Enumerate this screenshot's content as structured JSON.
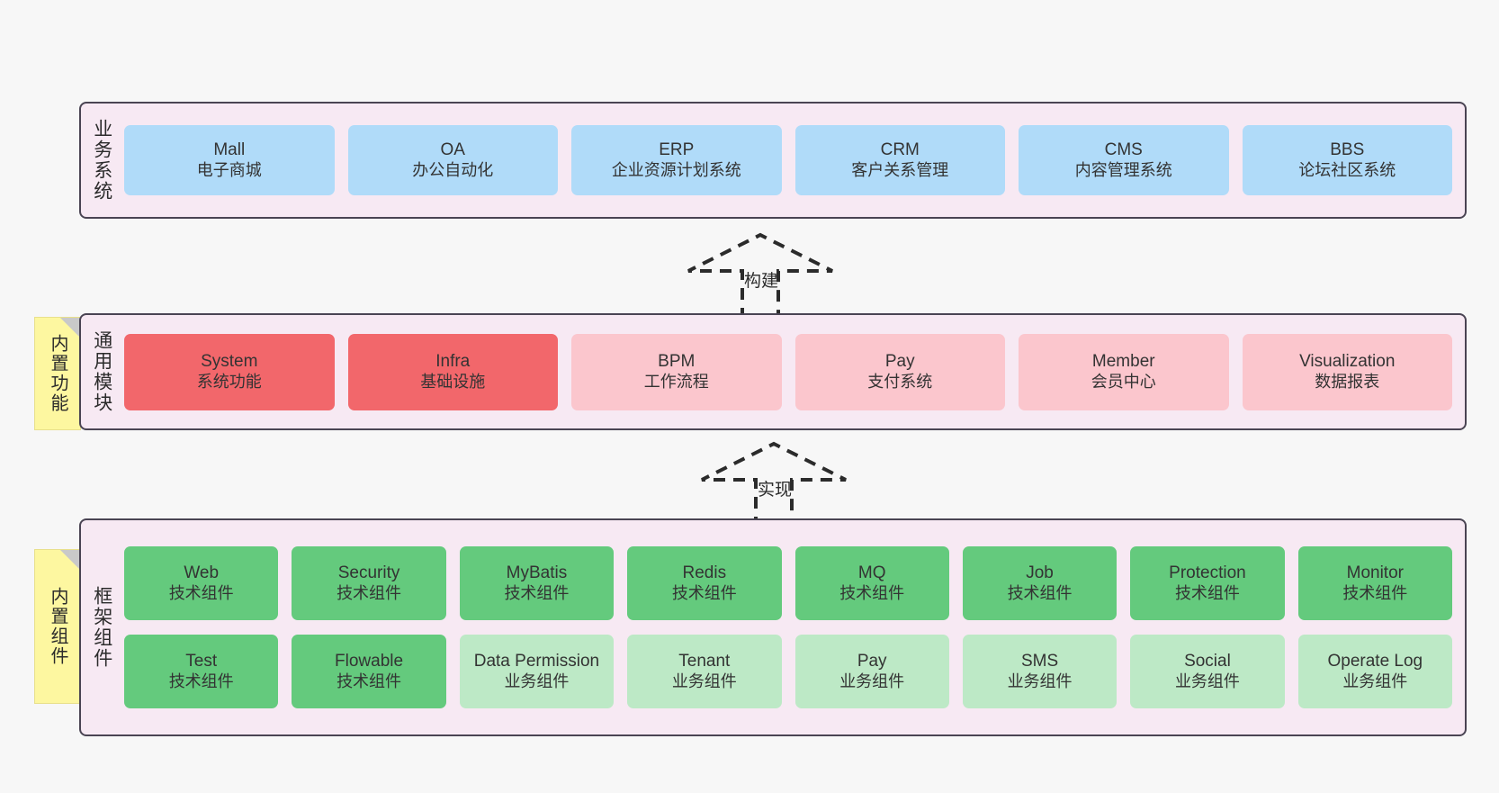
{
  "canvas": {
    "background": "#f7f7f7",
    "layer_fill": "#f7e9f3",
    "layer_border": "#4a4453",
    "note_fill": "#fdf7a0"
  },
  "layers": [
    {
      "id": "business",
      "title": "业务系统",
      "rows": [
        {
          "cards": [
            {
              "en": "Mall",
              "cn": "电子商城",
              "color": "#b0dbf9"
            },
            {
              "en": "OA",
              "cn": "办公自动化",
              "color": "#b0dbf9"
            },
            {
              "en": "ERP",
              "cn": "企业资源计划系统",
              "color": "#b0dbf9"
            },
            {
              "en": "CRM",
              "cn": "客户关系管理",
              "color": "#b0dbf9"
            },
            {
              "en": "CMS",
              "cn": "内容管理系统",
              "color": "#b0dbf9"
            },
            {
              "en": "BBS",
              "cn": "论坛社区系统",
              "color": "#b0dbf9"
            }
          ]
        }
      ]
    },
    {
      "id": "modules",
      "title": "通用模块",
      "note": "内置功能",
      "rows": [
        {
          "cards": [
            {
              "en": "System",
              "cn": "系统功能",
              "color": "#f2676b"
            },
            {
              "en": "Infra",
              "cn": "基础设施",
              "color": "#f2676b"
            },
            {
              "en": "BPM",
              "cn": "工作流程",
              "color": "#fbc6cd"
            },
            {
              "en": "Pay",
              "cn": "支付系统",
              "color": "#fbc6cd"
            },
            {
              "en": "Member",
              "cn": "会员中心",
              "color": "#fbc6cd"
            },
            {
              "en": "Visualization",
              "cn": "数据报表",
              "color": "#fbc6cd"
            }
          ]
        }
      ]
    },
    {
      "id": "frame",
      "title": "框架组件",
      "note": "内置组件",
      "rows": [
        {
          "cards": [
            {
              "en": "Web",
              "cn": "技术组件",
              "color": "#64ca7d"
            },
            {
              "en": "Security",
              "cn": "技术组件",
              "color": "#64ca7d"
            },
            {
              "en": "MyBatis",
              "cn": "技术组件",
              "color": "#64ca7d"
            },
            {
              "en": "Redis",
              "cn": "技术组件",
              "color": "#64ca7d"
            },
            {
              "en": "MQ",
              "cn": "技术组件",
              "color": "#64ca7d"
            },
            {
              "en": "Job",
              "cn": "技术组件",
              "color": "#64ca7d"
            },
            {
              "en": "Protection",
              "cn": "技术组件",
              "color": "#64ca7d"
            },
            {
              "en": "Monitor",
              "cn": "技术组件",
              "color": "#64ca7d"
            }
          ]
        },
        {
          "cards": [
            {
              "en": "Test",
              "cn": "技术组件",
              "color": "#64ca7d"
            },
            {
              "en": "Flowable",
              "cn": "技术组件",
              "color": "#64ca7d"
            },
            {
              "en": "Data Permission",
              "cn": "业务组件",
              "color": "#bde9c6"
            },
            {
              "en": "Tenant",
              "cn": "业务组件",
              "color": "#bde9c6"
            },
            {
              "en": "Pay",
              "cn": "业务组件",
              "color": "#bde9c6"
            },
            {
              "en": "SMS",
              "cn": "业务组件",
              "color": "#bde9c6"
            },
            {
              "en": "Social",
              "cn": "业务组件",
              "color": "#bde9c6"
            },
            {
              "en": "Operate Log",
              "cn": "业务组件",
              "color": "#bde9c6"
            }
          ]
        }
      ]
    }
  ],
  "relations": [
    {
      "id": "build",
      "label": "构建",
      "from": "modules",
      "to": "business"
    },
    {
      "id": "implement",
      "label": "实现",
      "from": "frame",
      "to": "modules"
    }
  ]
}
